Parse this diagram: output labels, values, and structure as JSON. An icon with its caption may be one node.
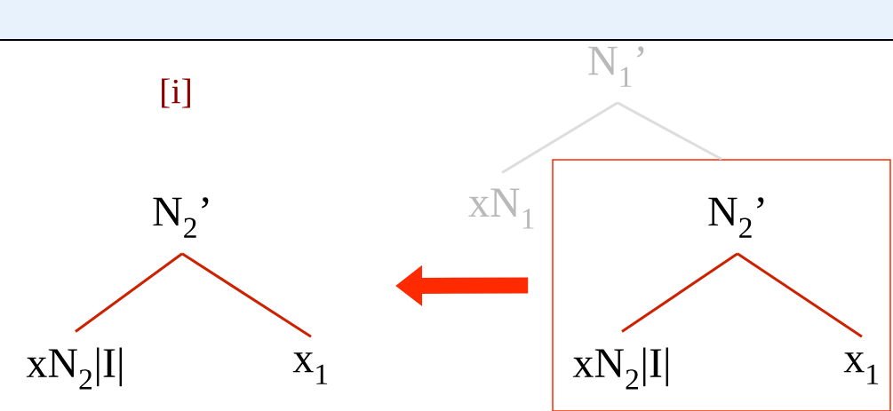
{
  "diagram": {
    "nodes": [
      {
        "text": [
          "N$_{2}$’"
        ]
      },
      {
        "text": [
          "xN$_{2}$|I|"
        ]
      },
      {
        "text": [
          "x$_{1}$"
        ]
      },
      {
        "text": [
          "N$_{1}$’"
        ]
      },
      {
        "text": [
          "xN$_{1}$"
        ]
      },
      {
        "text": [],
        "shape": "box"
      },
      {
        "text": [
          "N$_{2}$’"
        ],
        "in": 5
      },
      {
        "text": [
          "xN$_{2}$|I|"
        ],
        "in": 5
      },
      {
        "text": [
          "x$_{1}$"
        ],
        "in": 5
      }
    ],
    "edges": [
      {
        "from": 0,
        "to": 1,
        "arrow": "none"
      },
      {
        "from": 0,
        "to": 2,
        "arrow": "none"
      },
      {
        "from": 3,
        "to": 4,
        "arrow": "none",
        "color": "#dddddd"
      },
      {
        "from": 3,
        "to": 5,
        "arrow": "none",
        "color": "#dddddd"
      },
      {
        "from": 6,
        "to": 7,
        "arrow": "none"
      },
      {
        "from": 6,
        "to": 8,
        "arrow": "none"
      },
      {
        "from": 5,
        "to": null,
        "arrow": "to",
        "style": "thick",
        "color": "#ff2a00"
      }
    ],
    "labels": [
      "[i]"
    ]
  }
}
